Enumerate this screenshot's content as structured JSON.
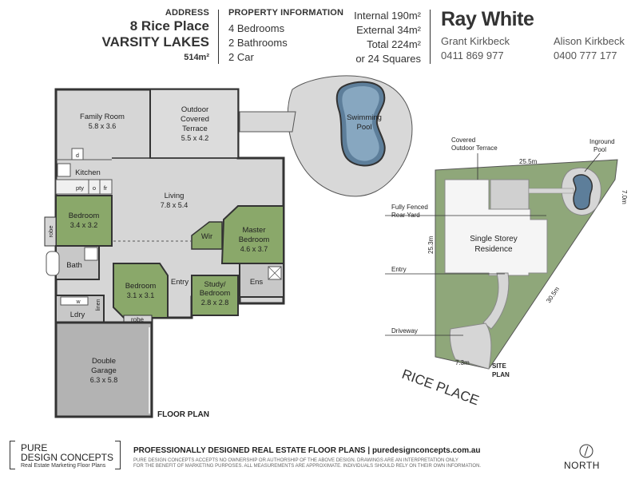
{
  "header": {
    "address_label": "ADDRESS",
    "address_line1": "8 Rice Place",
    "address_line2": "VARSITY LAKES",
    "land_size": "514m²",
    "info_label": "PROPERTY INFORMATION",
    "bedrooms": "4 Bedrooms",
    "bathrooms": "2 Bathrooms",
    "car": "2 Car",
    "internal": "Internal 190m²",
    "external": "External 34m²",
    "total": "Total 224m²",
    "squares": "or 24 Squares"
  },
  "agency": {
    "brand": "Ray White",
    "agent1_name": "Grant Kirkbeck",
    "agent1_phone": "0411 869 977",
    "agent2_name": "Alison Kirkbeck",
    "agent2_phone": "0400 777 177"
  },
  "floor_plan": {
    "label": "FLOOR PLAN",
    "rooms": {
      "family_name": "Family Room",
      "family_dim": "5.8 x 3.6",
      "outdoor_l1": "Outdoor",
      "outdoor_l2": "Covered",
      "outdoor_l3": "Terrace",
      "outdoor_dim": "5.5 x 4.2",
      "pool_l1": "Swimming",
      "pool_l2": "Pool",
      "kitchen": "Kitchen",
      "d": "d",
      "pty": "pty",
      "o": "o",
      "fr": "fr",
      "living_name": "Living",
      "living_dim": "7.8 x 5.4",
      "bed_name": "Bedroom",
      "bed_dim": "3.4 x 3.2",
      "robe": "robe",
      "wir": "Wir",
      "master_l1": "Master",
      "master_l2": "Bedroom",
      "master_dim": "4.6 x 3.7",
      "bath": "Bath",
      "bed2_name": "Bedroom",
      "bed2_dim": "3.1 x 3.1",
      "entry": "Entry",
      "study_l1": "Study/",
      "study_l2": "Bedroom",
      "study_dim": "2.8 x 2.8",
      "ens": "Ens",
      "w": "w",
      "linen": "linen",
      "ldry": "Ldry",
      "robe2": "robe",
      "garage_l1": "Double",
      "garage_l2": "Garage",
      "garage_dim": "6.3 x 5.8"
    }
  },
  "site_plan": {
    "covered_l1": "Covered",
    "covered_l2": "Outdoor Terrace",
    "pool_l1": "Inground",
    "pool_l2": "Pool",
    "dim_top": "25.5m",
    "dim_right": "7.0m",
    "dim_left": "25.3m",
    "dim_diag": "30.5m",
    "dim_bottom": "7.3m",
    "fenced_l1": "Fully Fenced",
    "fenced_l2": "Rear Yard",
    "residence_l1": "Single Storey",
    "residence_l2": "Residence",
    "entry": "Entry",
    "driveway": "Driveway",
    "label_l1": "SITE",
    "label_l2": "PLAN",
    "street": "RICE PLACE"
  },
  "footer": {
    "company_l1": "PURE",
    "company_l2": "DESIGN CONCEPTS",
    "company_tag": "Real Estate Marketing Floor Plans",
    "headline": "PROFESSIONALLY DESIGNED REAL ESTATE FLOOR PLANS | puredesignconcepts.com.au",
    "disclaimer1": "PURE DESIGN CONCEPTS ACCEPTS NO OWNERSHIP OR AUTHORSHIP OF THE ABOVE DESIGN. DRAWINGS ARE AN INTERPRETATION ONLY",
    "disclaimer2": "FOR THE BENEFIT OF MARKETING PURPOSES. ALL MEASUREMENTS ARE APPROXIMATE. INDIVIDUALS SHOULD RELY ON THEIR OWN INFORMATION.",
    "north": "NORTH"
  },
  "colors": {
    "floor_grey": "#d6d6d6",
    "bedroom_green": "#8aa86a",
    "grass_green": "#8fa77a",
    "wall": "#333333",
    "pool_blue": "#5d7e9a"
  }
}
